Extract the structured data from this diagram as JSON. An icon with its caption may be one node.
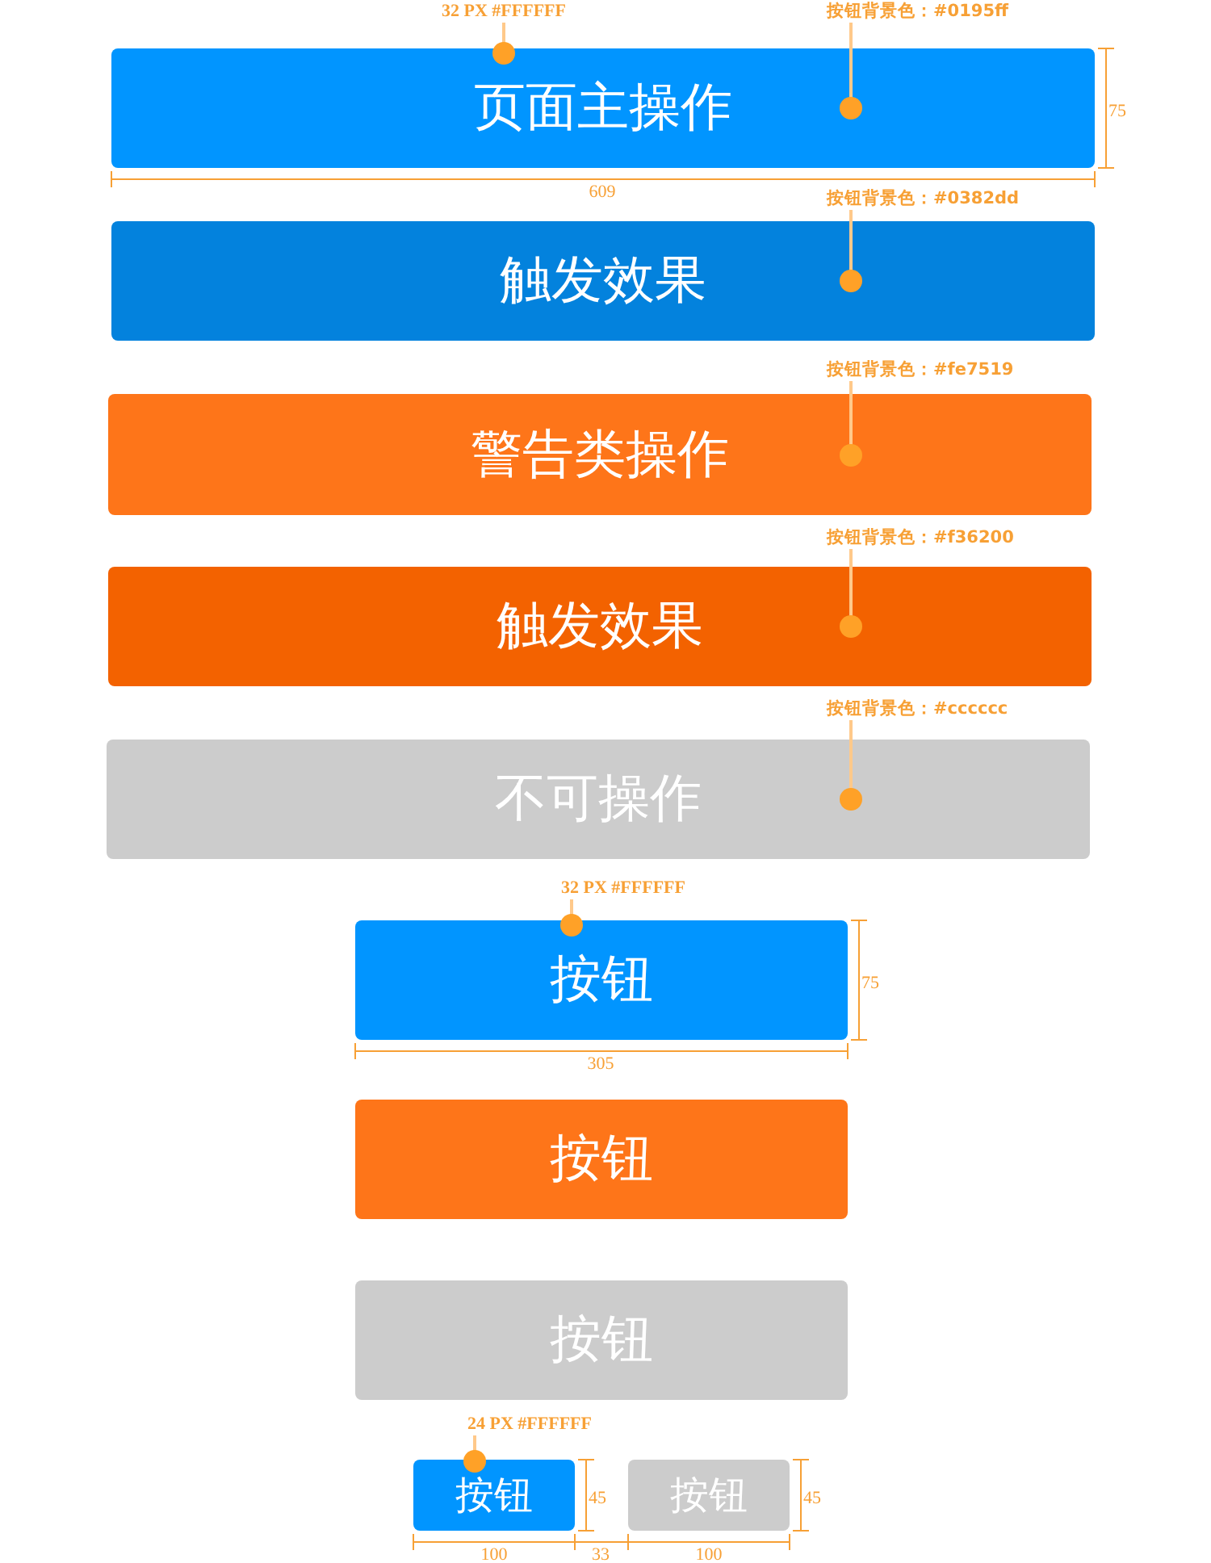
{
  "diagram": {
    "nodes": [
      {
        "text": [
          "32 PX  #FFFFFF"
        ]
      },
      {
        "text": [
          "按钮背景色：#0195ff"
        ]
      },
      {
        "text": [
          "页面主操作"
        ]
      },
      {
        "text": [
          "按钮背景色：#0382dd"
        ]
      },
      {
        "text": [
          "触发效果"
        ]
      },
      {
        "text": [
          "按钮背景色：#fe7519"
        ]
      },
      {
        "text": [
          "警告类操作"
        ]
      },
      {
        "text": [
          "按钮背景色：#f36200"
        ]
      },
      {
        "text": [
          "触发效果"
        ]
      },
      {
        "text": [
          "按钮背景色：#cccccc"
        ]
      },
      {
        "text": [
          "不可操作"
        ]
      },
      {
        "text": [
          "32 PX  #FFFFFF"
        ]
      },
      {
        "text": [
          "按钮"
        ]
      },
      {
        "text": [
          "按钮"
        ]
      },
      {
        "text": [
          "按钮"
        ]
      },
      {
        "text": [
          "24 PX  #FFFFFF"
        ]
      },
      {
        "text": [
          "按钮"
        ]
      },
      {
        "text": [
          "按钮"
        ]
      }
    ],
    "edges": [
      {
        "from": 0,
        "to": 2,
        "arrow": "other"
      },
      {
        "from": 1,
        "to": 2,
        "arrow": "other"
      },
      {
        "from": 3,
        "to": 4,
        "arrow": "other"
      },
      {
        "from": 5,
        "to": 6,
        "arrow": "other"
      },
      {
        "from": 7,
        "to": 8,
        "arrow": "other"
      },
      {
        "from": 9,
        "to": 10,
        "arrow": "other"
      },
      {
        "from": 11,
        "to": 12,
        "arrow": "other"
      },
      {
        "from": 15,
        "to": 16,
        "arrow": "other"
      }
    ],
    "labels": [
      "75",
      "609",
      "75",
      "305",
      "45",
      "45",
      "100",
      "33",
      "100"
    ]
  }
}
